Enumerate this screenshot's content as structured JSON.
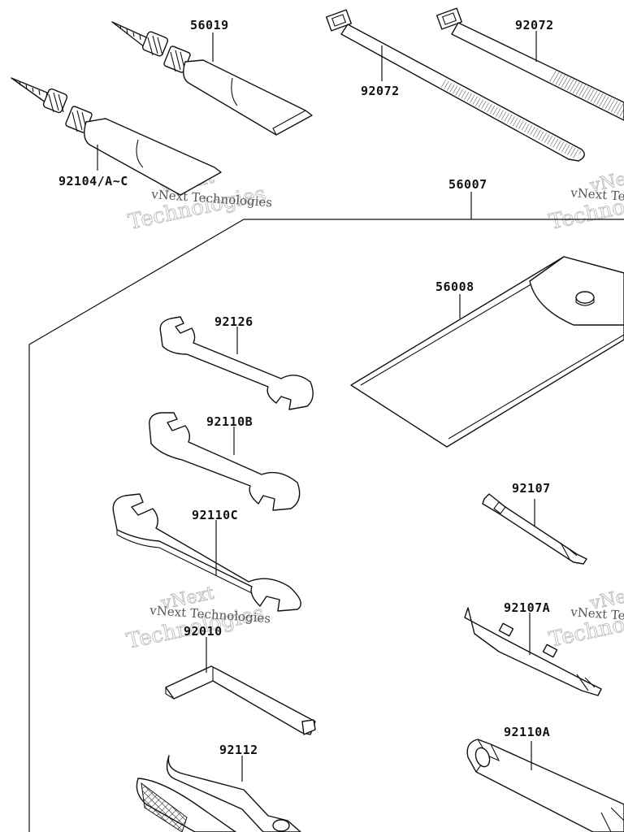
{
  "parts": {
    "p56019": "56019",
    "p92072_right": "92072",
    "p92072_left": "92072",
    "p92104": "92104/A~C",
    "p56007": "56007",
    "p56008": "56008",
    "p92126": "92126",
    "p92110B": "92110B",
    "p92110C": "92110C",
    "p92107": "92107",
    "p92107A": "92107A",
    "p92010": "92010",
    "p92112": "92112",
    "p92110A": "92110A"
  },
  "watermarks": {
    "brand": "vNext",
    "company": "Technologies",
    "full": "vNext Technologies"
  }
}
